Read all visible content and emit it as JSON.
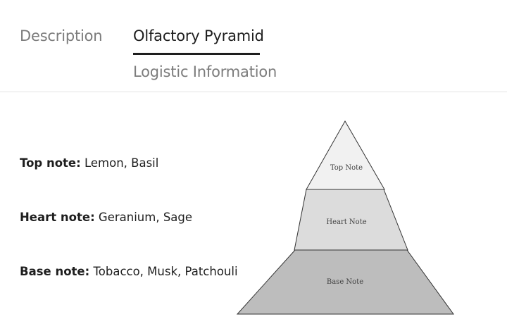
{
  "tabs": {
    "description": "Description",
    "olfactory_pyramid": "Olfactory Pyramid",
    "logistic_information": "Logistic Information",
    "active": "Olfactory Pyramid"
  },
  "notes": {
    "top": {
      "label": "Top note:",
      "value": "Lemon, Basil"
    },
    "heart": {
      "label": "Heart note:",
      "value": "Geranium, Sage"
    },
    "base": {
      "label": "Base note:",
      "value": "Tobacco, Musk, Patchouli"
    }
  },
  "pyramid": {
    "top_label": "Top Note",
    "heart_label": "Heart Note",
    "base_label": "Base Note",
    "colors": {
      "top": "#f1f1f1",
      "heart": "#dcdcdc",
      "base": "#bdbdbd",
      "stroke": "#333333"
    }
  }
}
